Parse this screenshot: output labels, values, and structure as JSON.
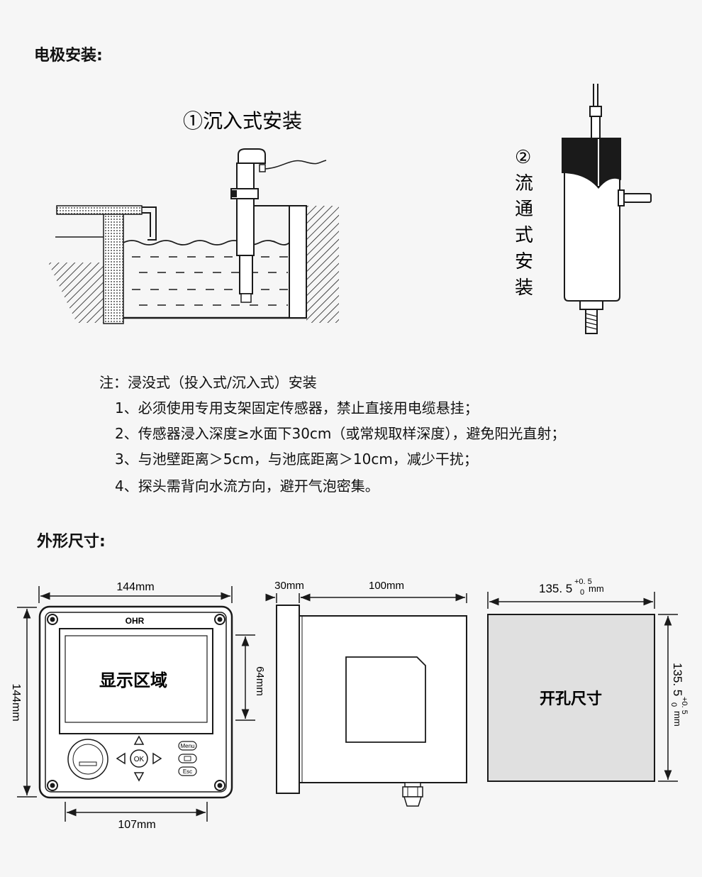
{
  "sections": {
    "install_title": "电极安装:",
    "dimensions_title": "外形尺寸:"
  },
  "install": {
    "immersion_label": "①沉入式安装",
    "flow_number": "②",
    "flow_chars": [
      "流",
      "通",
      "式",
      "安",
      "装"
    ]
  },
  "notes": {
    "title": "注：浸没式（投入式/沉入式）安装",
    "items": [
      "1、必须使用专用支架固定传感器，禁止直接用电缆悬挂；",
      "2、传感器浸入深度≥水面下30cm（或常规取样深度），避免阳光直射；",
      "3、与池壁距离＞5cm，与池底距离＞10cm，减少干扰；",
      "4、探头需背向水流方向，避开气泡密集。"
    ]
  },
  "front_view": {
    "width_label": "144mm",
    "height_label": "144mm",
    "display_height_label": "64mm",
    "bottom_width_label": "107mm",
    "brand": "OHR",
    "display_text": "显示区域",
    "menu_key": "Menu",
    "esc_key": "Esc",
    "ok_key": "OK"
  },
  "side_view": {
    "panel_label": "30mm",
    "body_label": "100mm"
  },
  "cutout": {
    "width_label": "135. 5",
    "height_label": "135. 5",
    "tol_upper": "+0. 5",
    "tol_lower": "0",
    "unit": "mm",
    "text": "开孔尺寸"
  },
  "colors": {
    "background": "#f6f6f6",
    "line": "#1a1a1a",
    "cutout_fill": "#e0e0e0"
  }
}
